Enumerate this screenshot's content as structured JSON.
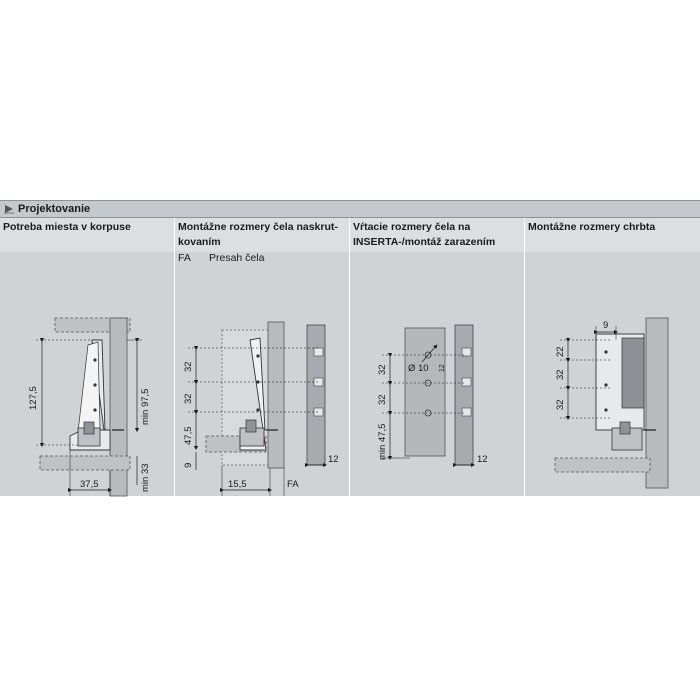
{
  "header": {
    "title": "Projektovanie"
  },
  "columns": [
    {
      "title": "Potreba miesta v korpuse"
    },
    {
      "title": "Montážne rozmery čela naskrut-kovaním"
    },
    {
      "title": "Vŕtacie rozmery čela na INSERTA-/montáž zarazením"
    },
    {
      "title": "Montážne rozmery chrbta"
    }
  ],
  "col2_sub": {
    "fa": "FA",
    "overhang": "Presah čela"
  },
  "dims": {
    "d1_height": "127,5",
    "d1_min975": "min 97,5",
    "d1_min33": "min 33",
    "d1_375": "37,5",
    "d2_32a": "32",
    "d2_32b": "32",
    "d2_475": "47,5",
    "d2_9": "9",
    "d2_155": "15,5",
    "d2_fa": "FA",
    "d2_12": "12",
    "d3_32a": "32",
    "d3_32b": "32",
    "d3_min475": "min 47,5",
    "d3_dia": "Ø 10",
    "d3_depth": "12",
    "d3_12": "12",
    "d4_9": "9",
    "d4_22": "22",
    "d4_32a": "32",
    "d4_32b": "32"
  }
}
